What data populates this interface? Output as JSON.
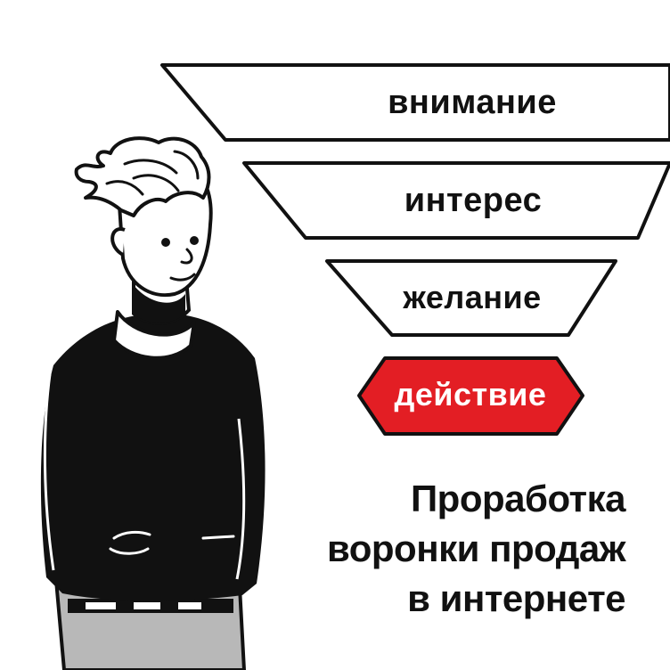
{
  "funnel": {
    "stages": [
      {
        "label": "внимание"
      },
      {
        "label": "интерес"
      },
      {
        "label": "желание"
      },
      {
        "label": "действие"
      }
    ],
    "accent_color": "#e31e24",
    "outline_color": "#111111"
  },
  "title": {
    "lines": [
      "Проработка",
      "воронки продаж",
      "в интернете"
    ]
  },
  "illustration": {
    "icon": "person-illustration"
  }
}
